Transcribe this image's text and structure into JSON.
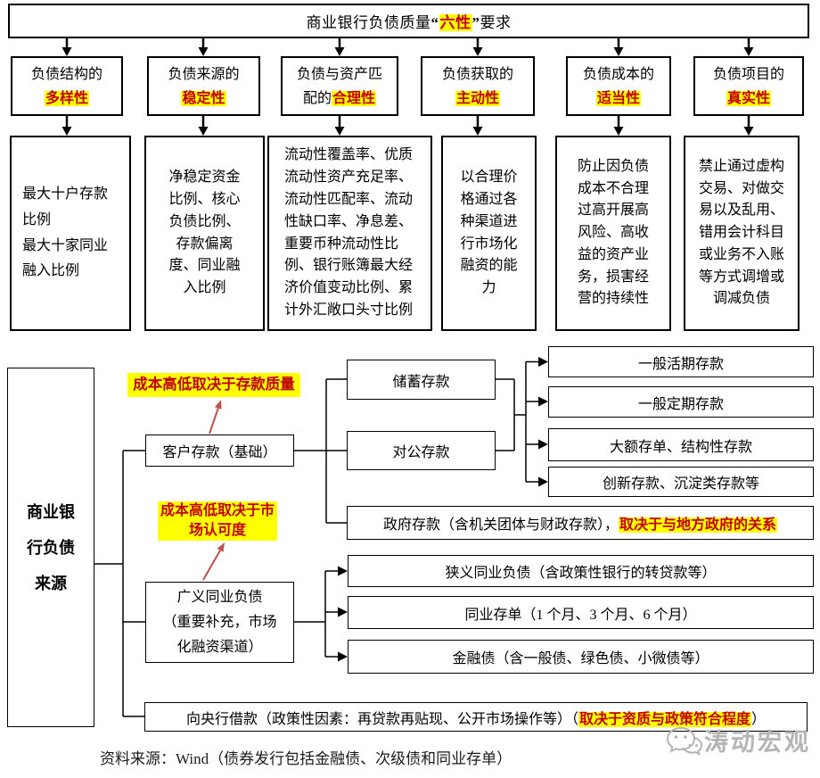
{
  "top": {
    "banner": {
      "text_before": "商业银行负债质量",
      "quote_open": "“",
      "highlight": "六性",
      "quote_close": "”",
      "text_after": "要求"
    },
    "columns": [
      {
        "line1": "负债结构的",
        "line2_prefix": "",
        "highlight": "多样性",
        "detail": "最大十户存款比例\n最大十家同业融入比例"
      },
      {
        "line1": "负债来源的",
        "line2_prefix": "",
        "highlight": "稳定性",
        "detail": "净稳定资金比例、核心负债比例、存款偏离度、同业融入比例"
      },
      {
        "line1": "负债与资产匹",
        "line2_prefix": "配的",
        "highlight": "合理性",
        "detail": "流动性覆盖率、优质流动性资产充足率、流动性匹配率、流动性缺口率、净息差、重要币种流动性比例、银行账簿最大经济价值变动比例、累计外汇敞口头寸比例"
      },
      {
        "line1": "负债获取的",
        "line2_prefix": "",
        "highlight": "主动性",
        "detail": "以合理价格通过各种渠道进行市场化融资的能力"
      },
      {
        "line1": "负债成本的",
        "line2_prefix": "",
        "highlight": "适当性",
        "detail": "防止因负债成本不合理过高开展高风险、高收益的资产业务，损害经营的持续性"
      },
      {
        "line1": "负债项目的",
        "line2_prefix": "",
        "highlight": "真实性",
        "detail": "禁止通过虚构交易、对做交易以及乱用、错用会计科目或业务不入账等方式调增或调减负债"
      }
    ]
  },
  "bottom": {
    "source_box": "商业银行负债来源",
    "note_deposit_quality": "成本高低取决于存款质量",
    "note_market_recognition": "成本高低取决于市场认可度",
    "customer_deposit": "客户存款（基础）",
    "general_interbank": "广义同业负债\n（重要补充，市场化融资渠道）",
    "central_bank_prefix": "向央行借款（政策性因素：再贷款再贴现、公开市场操作等）（",
    "central_bank_highlight": "取决于资质与政策符合程度",
    "central_bank_suffix": "）",
    "savings_deposit": "储蓄存款",
    "corporate_deposit": "对公存款",
    "government_prefix": "政府存款（含机关团体与财政存款），",
    "government_highlight": "取决于与地方政府的关系",
    "deposit_types": [
      "一般活期存款",
      "一般定期存款",
      "大额存单、结构性存款",
      "创新存款、沉淀类存款等"
    ],
    "interbank_types": [
      "狭义同业负债（含政策性银行的转贷款等）",
      "同业存单（1 个月、3 个月、6 个月）",
      "金融债（含一般债、绿色债、小微债等）"
    ]
  },
  "footer": {
    "caption": "资料来源：Wind（债券发行包括金融债、次级债和同业存单）",
    "watermark": "涛动宏观"
  },
  "colors": {
    "highlight_bg": "#ffff00",
    "highlight_text": "#c00000",
    "red_arrow": "#c0504d",
    "line": "#000000"
  }
}
